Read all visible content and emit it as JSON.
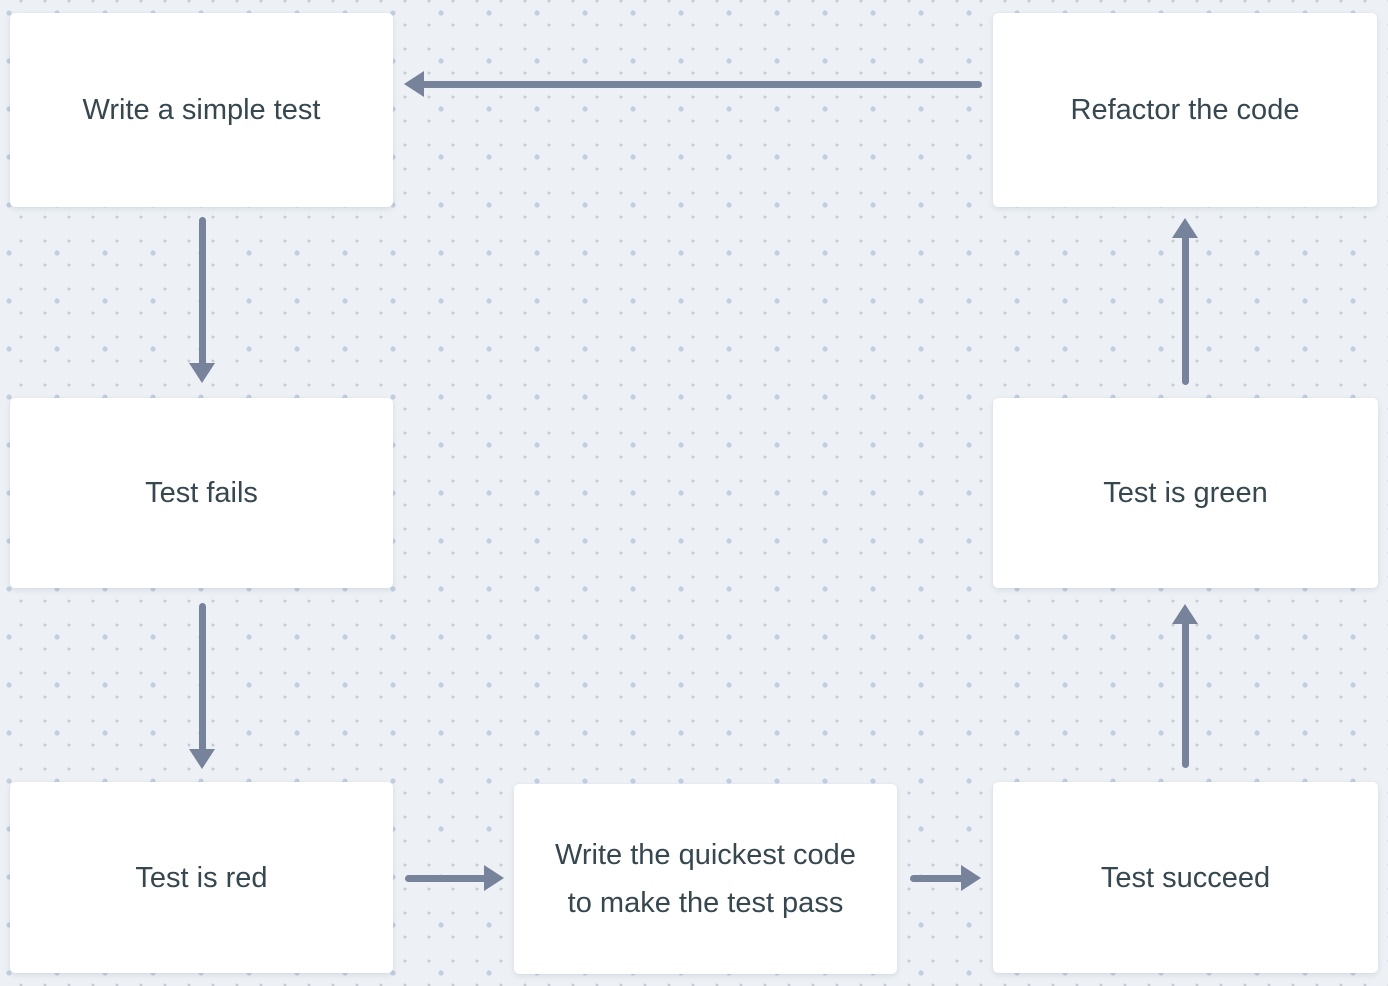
{
  "canvas": {
    "background_color": "#edf1f5",
    "dot_small_color": "#c6cbd3",
    "dot_large_color": "#c3cde0",
    "node_background_color": "#ffffff",
    "text_color": "#37474f",
    "arrow_color": "#76839b"
  },
  "nodes": [
    {
      "id": "write-test",
      "label": "Write a simple test"
    },
    {
      "id": "refactor",
      "label": "Refactor the code"
    },
    {
      "id": "test-fails",
      "label": "Test fails"
    },
    {
      "id": "test-green",
      "label": "Test is green"
    },
    {
      "id": "test-red",
      "label": "Test is red"
    },
    {
      "id": "write-quickest",
      "label": "Write the quickest code to make the test pass"
    },
    {
      "id": "test-succeed",
      "label": "Test succeed"
    }
  ],
  "edges": [
    {
      "from": "refactor",
      "to": "write-test",
      "direction": "left"
    },
    {
      "from": "write-test",
      "to": "test-fails",
      "direction": "down"
    },
    {
      "from": "test-fails",
      "to": "test-red",
      "direction": "down"
    },
    {
      "from": "test-red",
      "to": "write-quickest",
      "direction": "right"
    },
    {
      "from": "write-quickest",
      "to": "test-succeed",
      "direction": "right"
    },
    {
      "from": "test-succeed",
      "to": "test-green",
      "direction": "up"
    },
    {
      "from": "test-green",
      "to": "refactor",
      "direction": "up"
    }
  ]
}
